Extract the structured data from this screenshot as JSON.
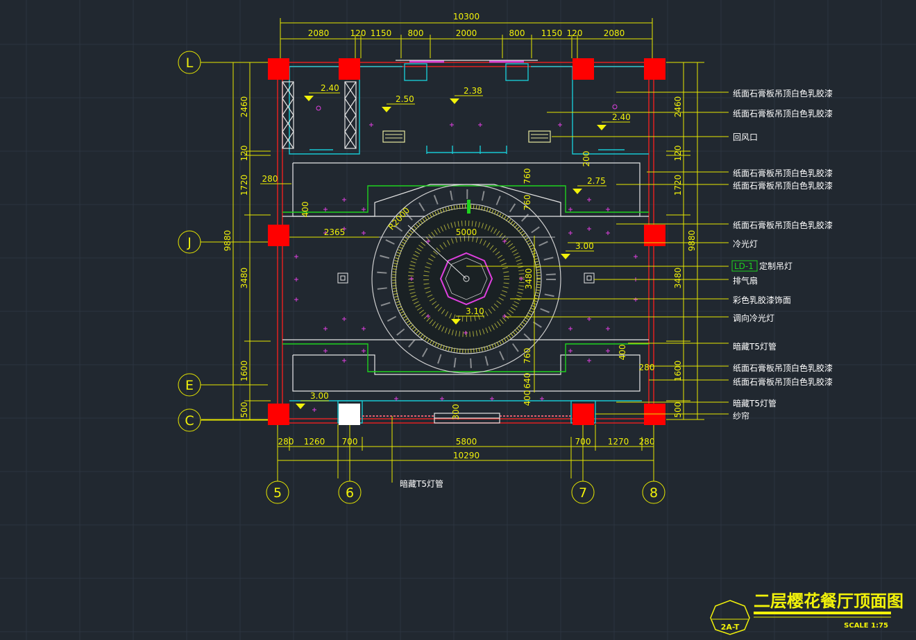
{
  "drawing": {
    "title": "二层樱花餐厅顶面图",
    "scale": "SCALE  1:75",
    "sheet_no": "2A-T"
  },
  "axes": {
    "rows": [
      "L",
      "J",
      "E",
      "C"
    ],
    "cols": [
      "5",
      "6",
      "7",
      "8"
    ]
  },
  "dims_top": {
    "overall": "10300",
    "segments": [
      "2080",
      "120",
      "1150",
      "800",
      "2000",
      "800",
      "1150",
      "120",
      "2080"
    ]
  },
  "dims_bottom": {
    "overall": "10290",
    "segments": [
      "280",
      "1260",
      "700",
      "5800",
      "700",
      "1270",
      "280"
    ]
  },
  "dims_left": {
    "overall": "9880",
    "segments": [
      "2460",
      "120",
      "1720",
      "3480",
      "1600",
      "500"
    ]
  },
  "dims_right": {
    "overall": "9880",
    "segments": [
      "2460",
      "120",
      "1720",
      "3480",
      "1600",
      "500"
    ]
  },
  "dims_inner": {
    "d280a": "280",
    "d400a": "400",
    "d2365": "2365",
    "r2000": "R2000",
    "d5000": "5000",
    "d3480c": "3480",
    "d760a": "760",
    "d760b": "760",
    "d760c": "760",
    "d640": "640",
    "d400b": "400",
    "d200": "200",
    "d400c": "400",
    "d280b": "280",
    "d300": "300"
  },
  "levels": [
    "2.40",
    "2.50",
    "2.38",
    "2.40",
    "2.75",
    "3.00",
    "3.10",
    "3.00"
  ],
  "tag": "LD-1",
  "annotations": [
    "纸面石膏板吊顶白色乳胶漆",
    "纸面石膏板吊顶白色乳胶漆",
    "回风口",
    "纸面石膏板吊顶白色乳胶漆",
    "纸面石膏板吊顶白色乳胶漆",
    "纸面石膏板吊顶白色乳胶漆",
    "冷光灯",
    "定制吊灯",
    "排气扇",
    "彩色乳胶漆饰面",
    "调向冷光灯",
    "暗藏T5灯管",
    "纸面石膏板吊顶白色乳胶漆",
    "纸面石膏板吊顶白色乳胶漆",
    "暗藏T5灯管",
    "纱帘"
  ],
  "bottom_note": "暗藏T5灯管",
  "colors": {
    "background": "#212830",
    "dimension": "#f2f20a",
    "column": "#ff0000",
    "wall": "#e02020",
    "partition": "#19c8d2",
    "cove_light": "#1fd21f",
    "fixture": "#e040e0",
    "ceiling_line": "#e6e6e6"
  }
}
